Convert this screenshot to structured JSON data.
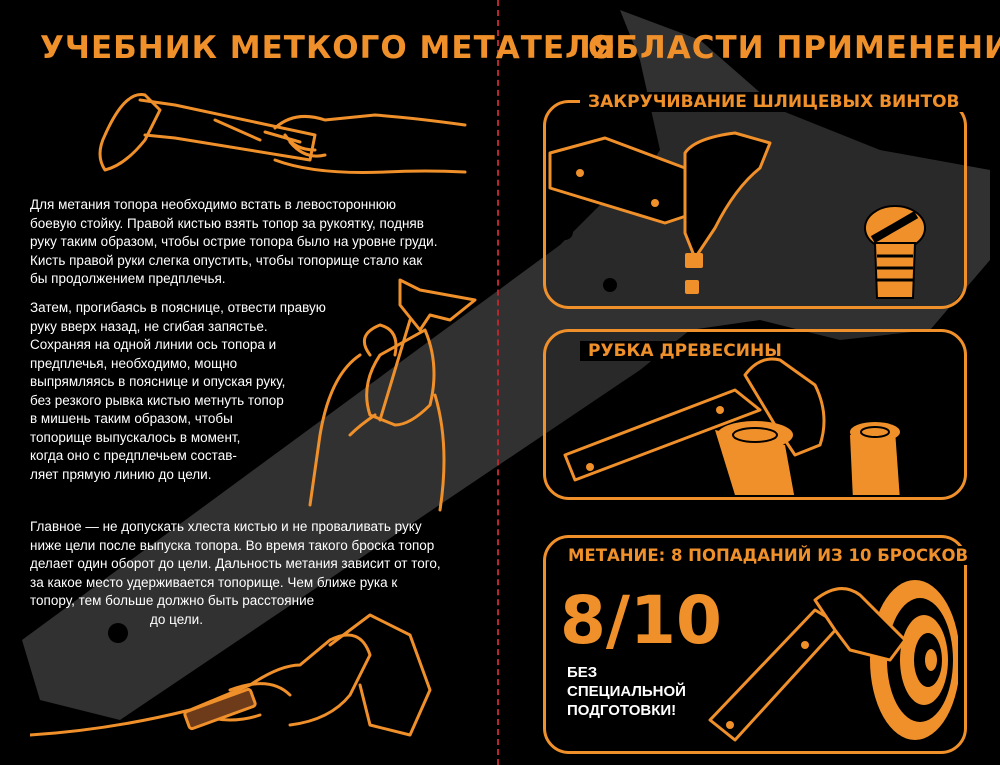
{
  "left": {
    "title": "УЧЕБНИК МЕТКОГО МЕТАТЕЛЯ",
    "paragraph1": [
      "Для метания топора необходимо встать в левостороннюю",
      "боевую стойку. Правой кистью взять топор за рукоятку, подняв",
      "руку таким образом, чтобы острие топора было на уровне груди.",
      "Кисть правой руки слегка опустить, чтобы топорище стало как",
      "бы продолжением предплечья."
    ],
    "paragraph2": [
      "Затем, прогибаясь в пояснице, отвести правую",
      "руку вверх назад, не сгибая запястье.",
      "Сохраняя на одной линии ось топора и",
      "предплечья, необходимо, мощно",
      "выпрямляясь в пояснице и опуская руку,",
      "без резкого рывка кистью метнуть топор",
      "в мишень таким образом, чтобы",
      "топорище выпускалось в момент,",
      "когда оно с предплечьем состав-",
      "ляет прямую линию до цели."
    ],
    "paragraph3": [
      "Главное — не допускать хлеста кистью и не проваливать руку",
      "ниже цели после выпуска топора. Во время такого броска топор",
      "делает один оборот до цели. Дальность метания зависит от того,",
      "за какое место удерживается топорище. Чем ближе рука к",
      "топору, тем больше должно быть расстояние",
      "до цели."
    ]
  },
  "right": {
    "title": "ОБЛАСТИ ПРИМЕНЕНИЯ",
    "panels": [
      {
        "title": "ЗАКРУЧИВАНИЕ ШЛИЦЕВЫХ ВИНТОВ"
      },
      {
        "title": "РУБКА ДРЕВЕСИНЫ"
      },
      {
        "title": "МЕТАНИЕ: 8 ПОПАДАНИЙ ИЗ 10 БРОСКОВ",
        "score": "8/10",
        "note": [
          "БЕЗ",
          "СПЕЦИАЛЬНОЙ",
          "ПОДГОТОВКИ!"
        ]
      }
    ]
  },
  "colors": {
    "accent": "#f0902a",
    "background": "#000000",
    "divider": "#b5272d",
    "text": "#ffffff"
  }
}
